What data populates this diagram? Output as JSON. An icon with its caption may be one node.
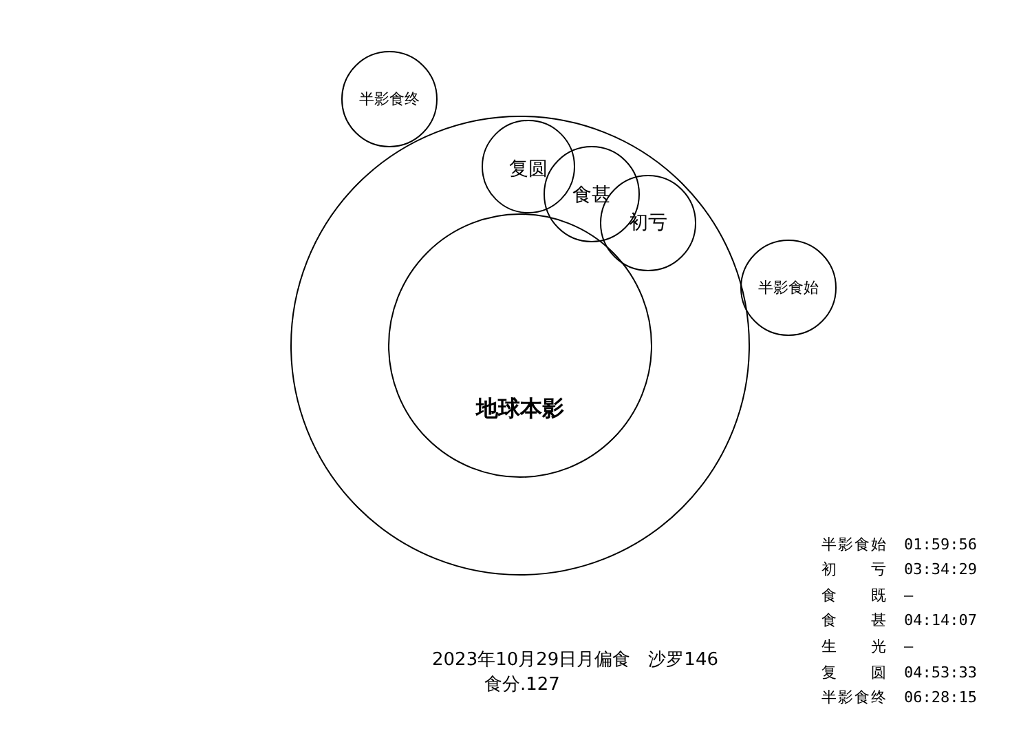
{
  "diagram": {
    "nodes": [
      {
        "text": [],
        "shape": "circle"
      },
      {
        "text": [
          "地球本影"
        ],
        "in": 0
      },
      {
        "text": [
          "半影食终"
        ]
      },
      {
        "text": [
          "复圆"
        ],
        "in": 0
      },
      {
        "text": [
          "食甚"
        ],
        "in": 0
      },
      {
        "text": [
          "初亏"
        ],
        "in": 0
      },
      {
        "text": [
          "半影食始"
        ]
      }
    ],
    "edges": [],
    "labels": [
      "半影食始",
      "01:59:56",
      "初 亏",
      "03:34:29",
      "食 既",
      "—",
      "食 甚",
      "04:14:07",
      "生 光",
      "—",
      "复 圆",
      "04:53:33",
      "半影食终",
      "06:28:15",
      "2023年10月29日月偏食　沙罗146",
      "食分.127"
    ]
  }
}
